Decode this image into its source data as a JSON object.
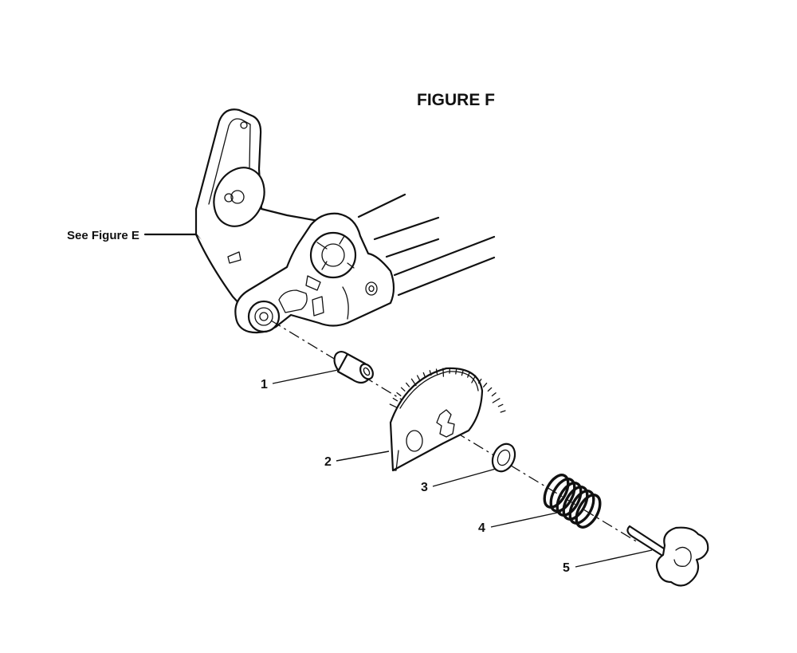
{
  "figure": {
    "title": "FIGURE F"
  },
  "reference": {
    "label": "See Figure E"
  },
  "callouts": [
    {
      "number": "1"
    },
    {
      "number": "2"
    },
    {
      "number": "3"
    },
    {
      "number": "4"
    },
    {
      "number": "5"
    }
  ]
}
